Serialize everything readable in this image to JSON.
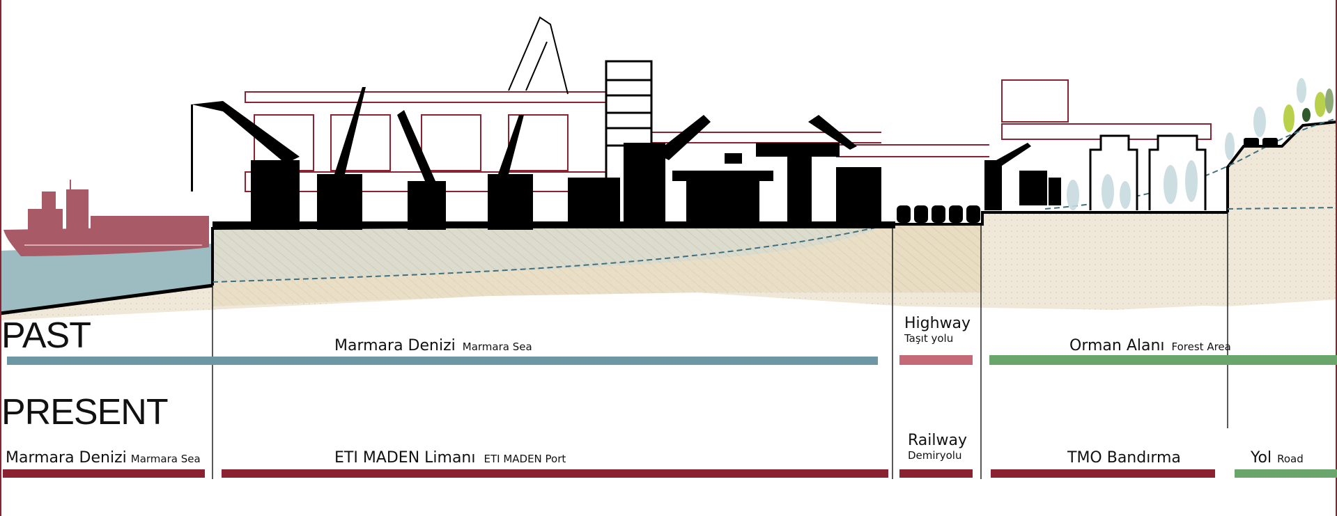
{
  "title": "Bandırma port section – past and present land use",
  "colors": {
    "sea": "#6d98a3",
    "sea_fill": "#9dbcc1",
    "highway": "#c36a76",
    "forest": "#6aa56c",
    "present": "#8a2232",
    "ship": "#a85a66",
    "ground": "#ede5d6",
    "ground_hatch": "#d9dbce",
    "frame": "#8a2232",
    "water_line": "#3d6f80"
  },
  "rows": {
    "past": {
      "heading": "PAST",
      "segments": [
        {
          "main": "Marmara Denizi",
          "sub": "Marmara Sea",
          "kind": "sea"
        },
        {
          "main": "Highway",
          "sub": "Taşıt yolu",
          "kind": "highway"
        },
        {
          "main": "Orman Alanı",
          "sub": "Forest Area",
          "kind": "forest"
        }
      ]
    },
    "present": {
      "heading": "PRESENT",
      "segments": [
        {
          "main": "Marmara Denizi",
          "sub": "Marmara Sea",
          "kind": "present"
        },
        {
          "main": "ETI MADEN Limanı",
          "sub": "ETI MADEN Port",
          "kind": "present"
        },
        {
          "main": "Railway",
          "sub": "Demiryolu",
          "kind": "present"
        },
        {
          "main": "TMO Bandırma",
          "sub": "",
          "kind": "present"
        },
        {
          "main": "Yol",
          "sub": "Road",
          "kind": "forest"
        }
      ]
    }
  },
  "icons": [
    "ship-icon",
    "crane-icon",
    "silo-icon",
    "train-wagon-icon",
    "tree-icon",
    "car-icon"
  ]
}
